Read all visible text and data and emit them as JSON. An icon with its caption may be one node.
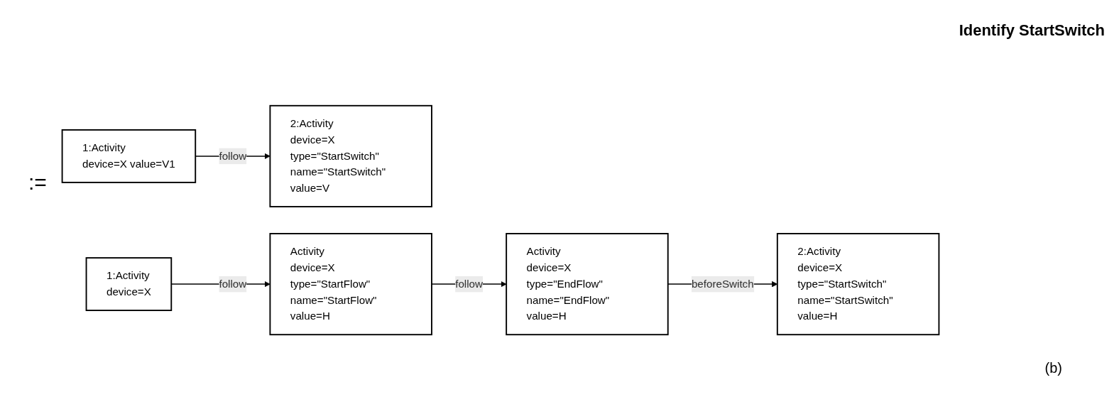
{
  "diagram": {
    "title": "Identify StartSwitch",
    "nodes": [
      {
        "text": [
          "1:Activity",
          "device=X value=V1"
        ]
      },
      {
        "text": [
          "2:Activity",
          "device=X type=\"StartSwitch\" name=\"StartSwitch\" value=V"
        ]
      },
      {
        "text": [
          "1:Activity",
          "device=X"
        ]
      },
      {
        "text": [
          "Activity",
          "device=X type=\"StartFlow\" name=\"StartFlow\" value=H"
        ]
      },
      {
        "text": [
          "Activity",
          "device=X type=\"EndFlow\" name=\"EndFlow\" value=H"
        ]
      },
      {
        "text": [
          "2:Activity",
          "device=X type=\"StartSwitch\" name=\"StartSwitch\" value=H"
        ]
      }
    ],
    "edges": [
      {
        "from": 0,
        "to": 1,
        "label": "follow",
        "arrow": "to"
      },
      {
        "from": 2,
        "to": 3,
        "label": "follow",
        "arrow": "to"
      },
      {
        "from": 3,
        "to": 4,
        "label": "follow",
        "arrow": "to"
      },
      {
        "from": 4,
        "to": 5,
        "label": "beforeSwitch",
        "arrow": "to"
      }
    ],
    "labels": [
      ":=",
      "(b)"
    ]
  }
}
